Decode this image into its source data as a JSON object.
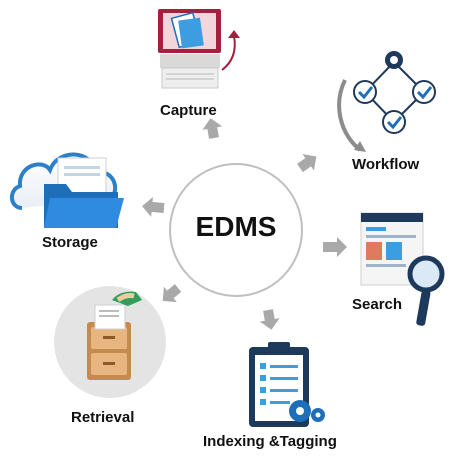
{
  "center": {
    "label": "EDMS"
  },
  "nodes": [
    {
      "id": "capture",
      "label": "Capture",
      "icon": "monitor-document-icon"
    },
    {
      "id": "workflow",
      "label": "Workflow",
      "icon": "workflow-checks-icon"
    },
    {
      "id": "search",
      "label": "Search",
      "icon": "magnifier-page-icon"
    },
    {
      "id": "indexing",
      "label": "Indexing &Tagging",
      "icon": "clipboard-gears-icon"
    },
    {
      "id": "retrieval",
      "label": "Retrieval",
      "icon": "file-cabinet-icon"
    },
    {
      "id": "storage",
      "label": "Storage",
      "icon": "cloud-folder-icon"
    }
  ],
  "colors": {
    "arrow": "#a9a9a9",
    "circle_stroke": "#bfbfbf",
    "blue": "#1f6fb8",
    "light_blue": "#3c9de0",
    "navy": "#1d3a5c",
    "crimson": "#a3213f",
    "tan": "#d9a46a",
    "gray": "#8c8c8c"
  }
}
